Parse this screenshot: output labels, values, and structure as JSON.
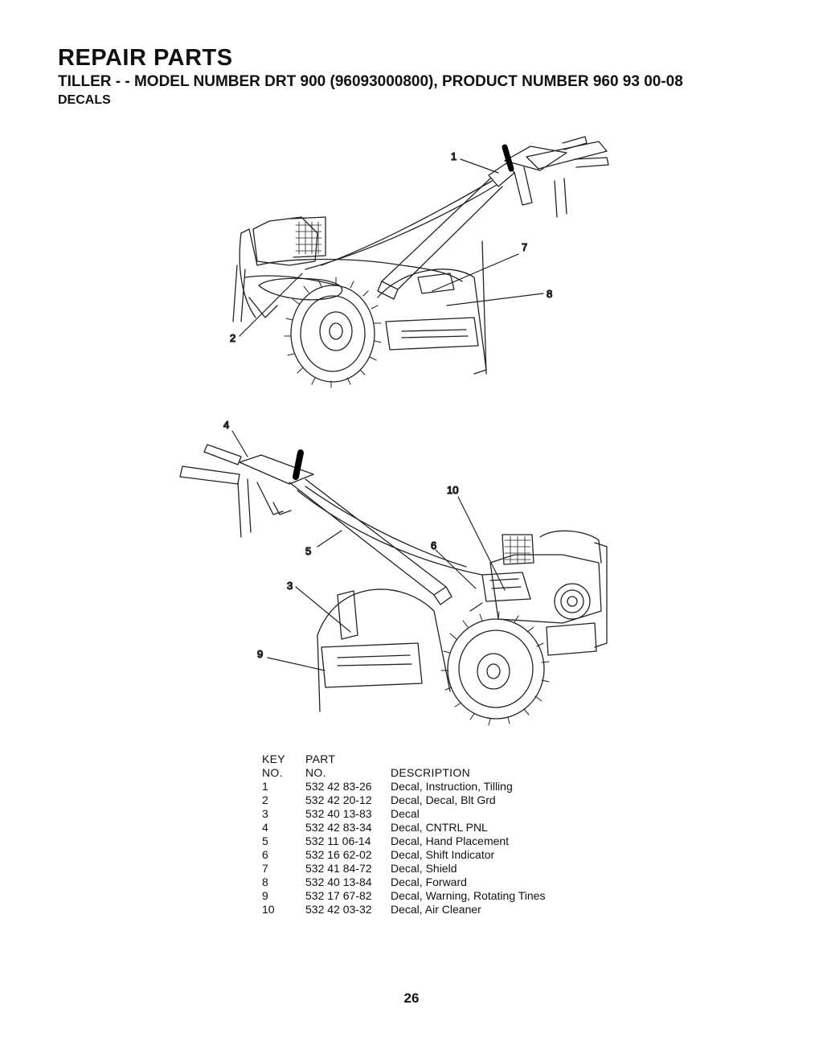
{
  "header": {
    "title": "REPAIR PARTS",
    "subtitle": "TILLER - - MODEL NUMBER DRT 900 (96093000800), PRODUCT NUMBER 960 93 00-08",
    "section": "DECALS"
  },
  "callouts": {
    "c1": "1",
    "c2": "2",
    "c3": "3",
    "c4": "4",
    "c5": "5",
    "c6": "6",
    "c7": "7",
    "c8": "8",
    "c9": "9",
    "c10": "10"
  },
  "parts_table": {
    "header_key_line1": "KEY",
    "header_key_line2": "NO.",
    "header_part_line1": "PART",
    "header_part_line2": "NO.",
    "header_description": "DESCRIPTION",
    "rows": [
      {
        "key": "1",
        "part": "532 42 83-26",
        "description": "Decal, Instruction, Tilling"
      },
      {
        "key": "2",
        "part": "532 42 20-12",
        "description": "Decal, Decal, Blt Grd"
      },
      {
        "key": "3",
        "part": "532 40 13-83",
        "description": "Decal"
      },
      {
        "key": "4",
        "part": "532 42 83-34",
        "description": "Decal, CNTRL PNL"
      },
      {
        "key": "5",
        "part": "532 11 06-14",
        "description": "Decal, Hand Placement"
      },
      {
        "key": "6",
        "part": "532 16 62-02",
        "description": "Decal, Shift Indicator"
      },
      {
        "key": "7",
        "part": "532 41 84-72",
        "description": "Decal, Shield"
      },
      {
        "key": "8",
        "part": "532 40 13-84",
        "description": "Decal, Forward"
      },
      {
        "key": "9",
        "part": "532 17 67-82",
        "description": "Decal, Warning, Rotating Tines"
      },
      {
        "key": "10",
        "part": "532 42 03-32",
        "description": "Decal, Air Cleaner"
      }
    ]
  },
  "page": {
    "number": "26"
  }
}
